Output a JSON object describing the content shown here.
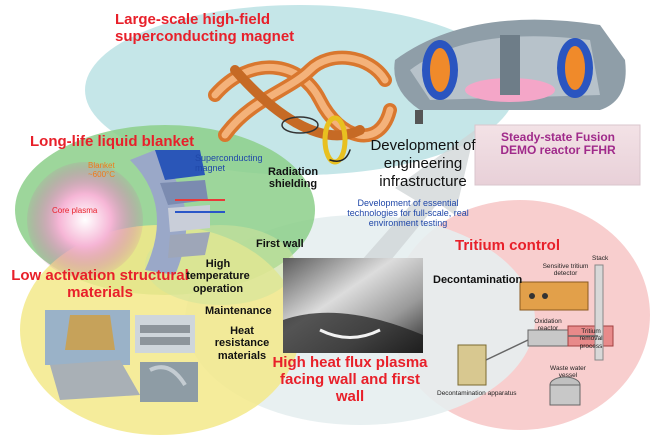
{
  "titles": {
    "magnet": "Large-scale high-field superconducting magnet",
    "blanket": "Long-life liquid blanket",
    "materials": "Low activation structural materials",
    "tritium": "Tritium control",
    "plasma_wall": "High heat flux plasma facing wall and first wall"
  },
  "labels": {
    "superconducting_magnet": "Superconducting magnet",
    "radiation_shielding": "Radiation shielding",
    "first_wall": "First wall",
    "high_temp": "High temperature operation",
    "maintenance": "Maintenance",
    "heat_resistance": "Heat resistance materials",
    "decontamination": "Decontamination",
    "blanket_temp": "Blanket ~600°C",
    "core_plasma": "Core plasma",
    "engineering": "Development of engineering infrastructure",
    "essential_tech": "Development of essential technologies for full-scale, real environment testing",
    "demo": "Steady-state Fusion DEMO reactor FFHR"
  },
  "tritium_parts": {
    "sensitive_detector": "Sensitive tritium detector",
    "stack": "Stack",
    "oxidation_reactor": "Oxidation reactor",
    "removal_process": "Tritium removal process",
    "waste_water": "Waste water vessel",
    "decon_apparatus": "Decontamination apparatus"
  },
  "colors": {
    "magnet_ellipse": "#bfe3e6",
    "blanket_ellipse": "#8ccf8a",
    "materials_ellipse": "#f3e98a",
    "tritium_ellipse": "#f7c6c6",
    "plasma_ellipse": "#e6eef0",
    "title_red": "#e8202a",
    "demo_purple": "#a02a8a"
  }
}
